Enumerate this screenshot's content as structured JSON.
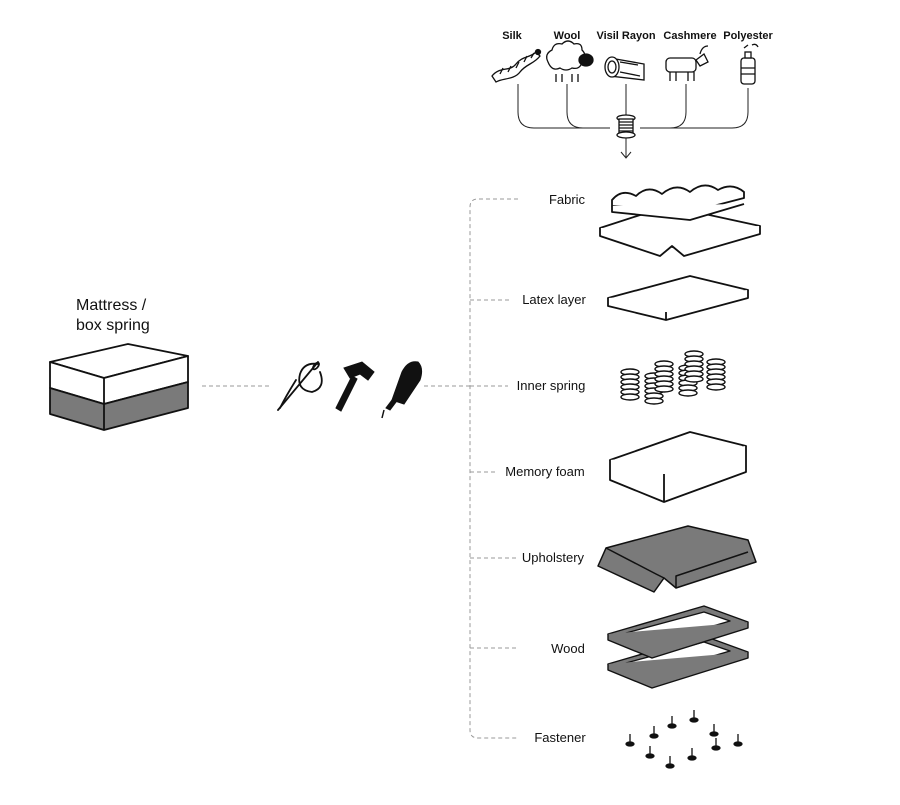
{
  "product": {
    "title_line1": "Mattress /",
    "title_line2": "box spring"
  },
  "fibers": [
    {
      "label": "Silk",
      "icon": "silkworm-icon"
    },
    {
      "label": "Wool",
      "icon": "sheep-icon"
    },
    {
      "label": "Visil Rayon",
      "icon": "log-icon"
    },
    {
      "label": "Cashmere",
      "icon": "goat-icon"
    },
    {
      "label": "Polyester",
      "icon": "bottle-icon"
    }
  ],
  "tools": [
    "needle-thread-icon",
    "hammer-icon",
    "glue-bottle-icon"
  ],
  "layers": [
    {
      "label": "Fabric",
      "icon": "fabric-icon"
    },
    {
      "label": "Latex layer",
      "icon": "latex-slab-icon"
    },
    {
      "label": "Inner spring",
      "icon": "springs-icon"
    },
    {
      "label": "Memory foam",
      "icon": "foam-block-icon"
    },
    {
      "label": "Upholstery",
      "icon": "upholstery-icon"
    },
    {
      "label": "Wood",
      "icon": "wood-frame-icon"
    },
    {
      "label": "Fastener",
      "icon": "fasteners-icon"
    }
  ],
  "colors": {
    "ink": "#111111",
    "gray_fill": "#7a7a7a",
    "connector": "#999999"
  }
}
